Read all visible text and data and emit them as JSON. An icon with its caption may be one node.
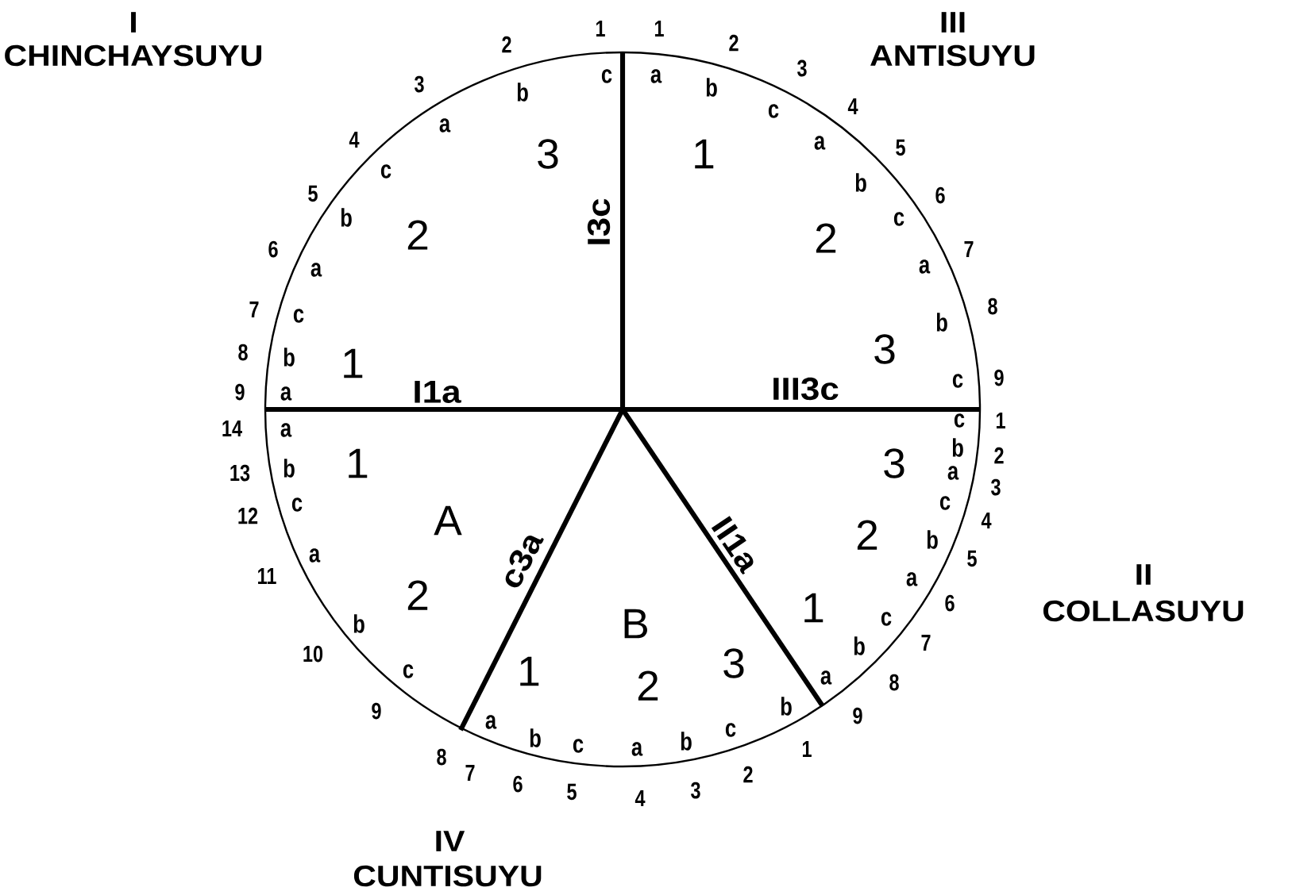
{
  "diagram": {
    "labels": [
      "I",
      "CHINCHAYSUYU",
      "III",
      "ANTISUYU",
      "II",
      "COLLASUYU",
      "IV",
      "CUNTISUYU",
      "I3c",
      "I1a",
      "III3c",
      "c3a",
      "II1a",
      "3",
      "2",
      "1",
      "c",
      "b",
      "a",
      "c",
      "b",
      "a",
      "c",
      "b",
      "a",
      "1",
      "2",
      "3",
      "4",
      "5",
      "6",
      "7",
      "8",
      "9",
      "1",
      "2",
      "3",
      "a",
      "b",
      "c",
      "a",
      "b",
      "c",
      "a",
      "b",
      "c",
      "1",
      "2",
      "3",
      "4",
      "5",
      "6",
      "7",
      "8",
      "9",
      "3",
      "2",
      "1",
      "c",
      "b",
      "a",
      "c",
      "b",
      "a",
      "c",
      "b",
      "a",
      "1",
      "2",
      "3",
      "4",
      "5",
      "6",
      "7",
      "8",
      "9",
      "B",
      "1",
      "2",
      "3",
      "a",
      "b",
      "c",
      "a",
      "b",
      "c",
      "b",
      "8",
      "7",
      "6",
      "5",
      "4",
      "3",
      "2",
      "1",
      "1",
      "A",
      "2",
      "a",
      "b",
      "c",
      "a",
      "b",
      "c",
      "14",
      "13",
      "12",
      "11",
      "10",
      "9"
    ]
  }
}
